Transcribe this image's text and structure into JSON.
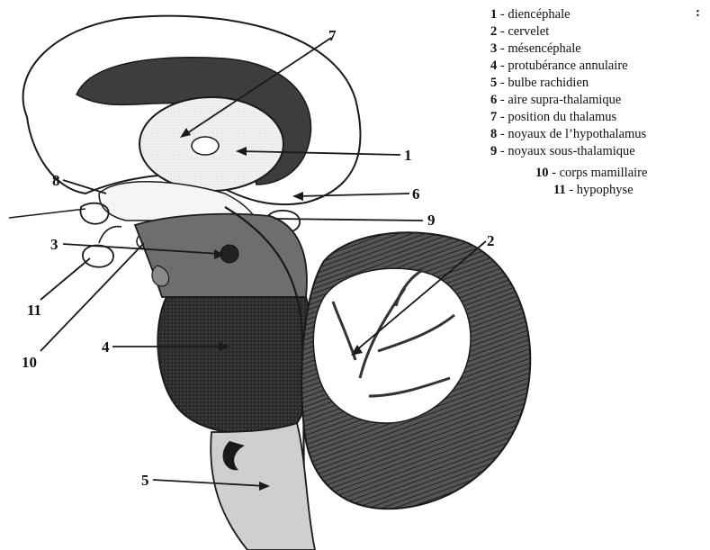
{
  "diagram": {
    "callouts": {
      "c1": "1",
      "c2": "2",
      "c3": "3",
      "c4": "4",
      "c5": "5",
      "c6": "6",
      "c7": "7",
      "c8": "8",
      "c9": "9",
      "c10": "10",
      "c11": "11"
    },
    "colors": {
      "outline": "#1a1a1a",
      "cerebrum_fill": "#ffffff",
      "thalamus_fill": "#e3e3e3",
      "brainstem_fill": "#6e6e6e",
      "pons_fill": "#2b2b2b",
      "cerebellum_fill": "#4a4a4a",
      "medulla_fill": "#cfcfcf"
    }
  },
  "legend": {
    "items": [
      {
        "num": "1",
        "sep": " - ",
        "text": "diencéphale"
      },
      {
        "num": "2",
        "sep": " - ",
        "text": "cervelet"
      },
      {
        "num": "3",
        "sep": " - ",
        "text": "mésencéphale"
      },
      {
        "num": "4",
        "sep": " - ",
        "text": "protubérance annulaire"
      },
      {
        "num": "5",
        "sep": " - ",
        "text": "bulbe rachidien"
      },
      {
        "num": "6",
        "sep": " - ",
        "text": "aire supra-thalamique"
      },
      {
        "num": "7",
        "sep": " - ",
        "text": "position du thalamus"
      },
      {
        "num": "8",
        "sep": " - ",
        "text": "noyaux de l’hypothalamus"
      },
      {
        "num": "9",
        "sep": " - ",
        "text": "noyaux sous-thalamique"
      },
      {
        "num": "10",
        "sep": " - ",
        "text": "corps mamillaire"
      },
      {
        "num": "11",
        "sep": " - ",
        "text": "hypophyse"
      }
    ],
    "corner_mark": ":"
  }
}
